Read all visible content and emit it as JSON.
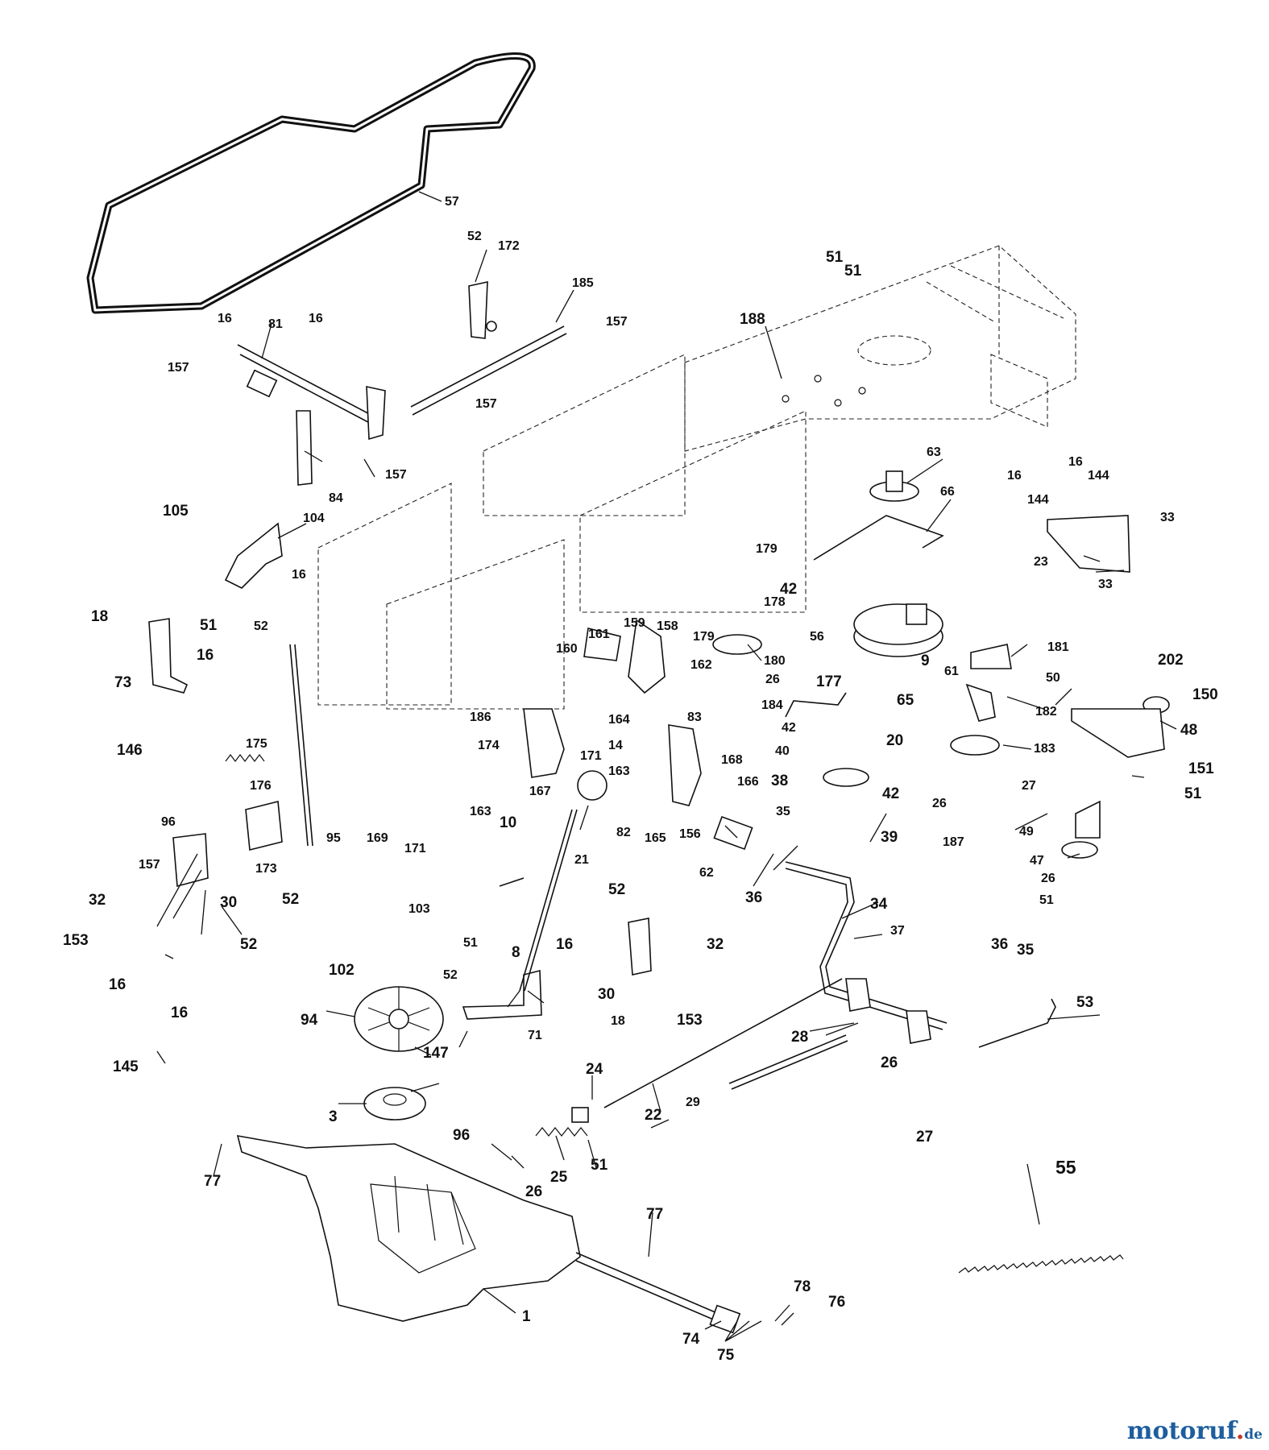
{
  "watermark": {
    "brand": "motoruf",
    "mark": ".",
    "tld": "de",
    "color_blue": "#1d5e9e",
    "color_red": "#c0392b"
  },
  "labels": {
    "p57": "57",
    "p52a": "52",
    "p172": "172",
    "p185": "185",
    "p51a": "51",
    "p51b": "51",
    "p188": "188",
    "p16a": "16",
    "p81": "81",
    "p16b": "16",
    "p157a": "157",
    "p157b": "157",
    "p157c": "157",
    "p157d": "157",
    "p84": "84",
    "p105": "105",
    "p104": "104",
    "p16c": "16",
    "p52b": "52",
    "p63": "63",
    "p66": "66",
    "p16d": "16",
    "p16e": "16",
    "p144a": "144",
    "p144b": "144",
    "p33a": "33",
    "p23": "23",
    "p33b": "33",
    "p179a": "179",
    "p42a": "42",
    "p178": "178",
    "p56": "56",
    "p9": "9",
    "p61": "61",
    "p181": "181",
    "p18a": "18",
    "p51c": "51",
    "p16f": "16",
    "p73": "73",
    "p146": "146",
    "p160": "160",
    "p161": "161",
    "p159": "159",
    "p158": "158",
    "p162": "162",
    "p179b": "179",
    "p180": "180",
    "p26a": "26",
    "p177": "177",
    "p184": "184",
    "p65": "65",
    "p50": "50",
    "p202": "202",
    "p42b": "42",
    "p182": "182",
    "p150": "150",
    "p164": "164",
    "p83": "83",
    "p14": "14",
    "p171a": "171",
    "p163a": "163",
    "p40": "40",
    "p20": "20",
    "p183": "183",
    "p48": "48",
    "p175": "175",
    "p186": "186",
    "p174": "174",
    "p167": "167",
    "p168": "168",
    "p166": "166",
    "p38": "38",
    "p42c": "42",
    "p151": "151",
    "p27a": "27",
    "p26b": "26",
    "p51d": "51",
    "p176": "176",
    "p96a": "96",
    "p163b": "163",
    "p82": "82",
    "p165": "165",
    "p156": "156",
    "p35a": "35",
    "p187": "187",
    "p49": "49",
    "p169": "169",
    "p171b": "171",
    "p95": "95",
    "p157e": "157",
    "p173": "173",
    "p10": "10",
    "p21": "21",
    "p62": "62",
    "p39": "39",
    "p47": "47",
    "p26c": "26",
    "p52c": "52",
    "p36a": "36",
    "p51e": "51",
    "p32a": "32",
    "p30a": "30",
    "p153a": "153",
    "p52d": "52",
    "p16g": "16",
    "p16h": "16",
    "p103": "103",
    "p52e": "52",
    "p34": "34",
    "p37": "37",
    "p16i": "16",
    "p32b": "32",
    "p102": "102",
    "p51f": "51",
    "p8": "8",
    "p30b": "30",
    "p153b": "153",
    "p36b": "36",
    "p35b": "35",
    "p53": "53",
    "p94": "94",
    "p52f": "52",
    "p71": "71",
    "p18b": "18",
    "p145": "145",
    "p147": "147",
    "p28": "28",
    "p26d": "26",
    "p24": "24",
    "p3": "3",
    "p29": "29",
    "p22": "22",
    "p27b": "27",
    "p96b": "96",
    "p77a": "77",
    "p25": "25",
    "p51g": "51",
    "p26e": "26",
    "p55": "55",
    "p77b": "77",
    "p1": "1",
    "p78": "78",
    "p76": "76",
    "p74": "74",
    "p75": "75"
  }
}
